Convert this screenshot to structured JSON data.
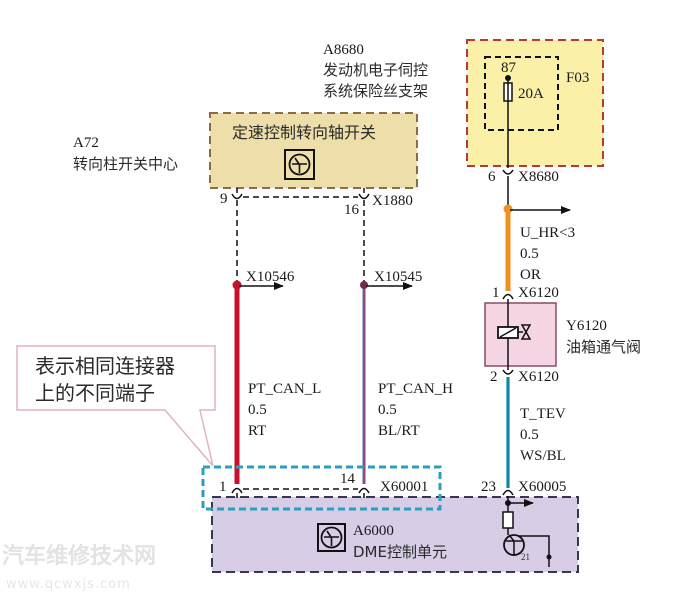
{
  "diagram": {
    "colors": {
      "can_l_wire": "#c8102e",
      "can_h_wire": "#8a4a7e",
      "u_hr_wire": "#f0901e",
      "t_tev_wire": "#2aa5c8",
      "a72_fill": "#eedfaa",
      "a72_border": "#8a6d45",
      "fuse_box_fill": "#fbf0a8",
      "fuse_box_border": "#b53a30",
      "valve_fill": "#f6d5e5",
      "valve_border": "#8a4a6a",
      "dme_fill": "#d7cde6",
      "dme_border": "#3a3550",
      "callout_border": "#e0b4bc",
      "highlight_border": "#2aa0c0"
    },
    "components": {
      "a8680": {
        "id": "A8680",
        "name_line1": "发动机电子伺控",
        "name_line2": "系统保险丝支架"
      },
      "f03": {
        "id": "F03",
        "pin": "87",
        "rating": "20A"
      },
      "a72": {
        "id": "A72",
        "name": "转向柱开关中心",
        "inner_label": "定速控制转向轴开关"
      },
      "y6120": {
        "id": "Y6120",
        "name": "油箱通气阀"
      },
      "a6000": {
        "id": "A6000",
        "name": "DME控制单元",
        "pin_label": "21"
      }
    },
    "connectors": {
      "x8680": {
        "pin": "6",
        "name": "X8680"
      },
      "x1880": {
        "pin_left": "9",
        "pin_right": "16",
        "name": "X1880"
      },
      "x10546": {
        "name": "X10546"
      },
      "x10545": {
        "name": "X10545"
      },
      "x6120_top": {
        "pin": "1",
        "name": "X6120"
      },
      "x6120_bottom": {
        "pin": "2",
        "name": "X6120"
      },
      "x60001": {
        "pin_left": "1",
        "pin_right": "14",
        "name": "X60001"
      },
      "x60005": {
        "pin": "23",
        "name": "X60005"
      }
    },
    "wires": {
      "can_l": {
        "signal": "PT_CAN_L",
        "size": "0.5",
        "color": "RT"
      },
      "can_h": {
        "signal": "PT_CAN_H",
        "size": "0.5",
        "color": "BL/RT"
      },
      "u_hr": {
        "signal": "U_HR<3",
        "size": "0.5",
        "color": "OR"
      },
      "t_tev": {
        "signal": "T_TEV",
        "size": "0.5",
        "color": "WS/BL"
      }
    },
    "callout": {
      "line1": "表示相同连接器",
      "line2": "上的不同端子"
    },
    "watermark": {
      "line1": "汽车维修技术网",
      "line2": "www.qcwxjs.com"
    }
  }
}
